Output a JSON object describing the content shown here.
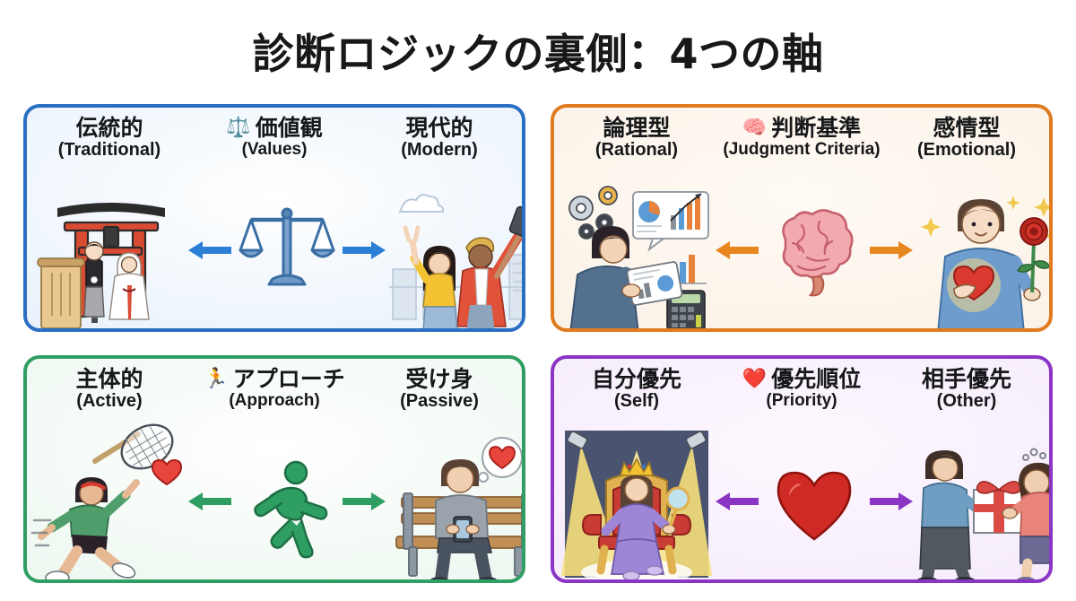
{
  "header": {
    "title": "診断ロジックの裏側：4つの軸"
  },
  "colors": {
    "panel1_border": "#2a6fc4",
    "panel1_arrow": "#2b7fd4",
    "panel2_border": "#e07b20",
    "panel2_arrow": "#e8861f",
    "panel3_border": "#2f9e63",
    "panel3_arrow": "#2f9e63",
    "panel4_border": "#8b35c4",
    "panel4_arrow": "#8b35c4",
    "title_text": "#17181a"
  },
  "panels": [
    {
      "id": "values",
      "left": {
        "jp": "伝統的",
        "en": "(Traditional)",
        "art": "japanese-wedding-couple-torii"
      },
      "center": {
        "emoji": "⚖️",
        "icon": "balance-scale-icon",
        "jp": "価値観",
        "en": "(Values)"
      },
      "right": {
        "jp": "現代的",
        "en": "(Modern)",
        "art": "modern-couple-selfie-city"
      }
    },
    {
      "id": "judgment-criteria",
      "left": {
        "jp": "論理型",
        "en": "(Rational)",
        "art": "analyst-with-gears-charts-calculator"
      },
      "center": {
        "emoji": "🧠",
        "icon": "brain-icon",
        "jp": "判断基準",
        "en": "(Judgment Criteria)"
      },
      "right": {
        "jp": "感情型",
        "en": "(Emotional)",
        "art": "man-with-rose-and-heart"
      }
    },
    {
      "id": "approach",
      "left": {
        "jp": "主体的",
        "en": "(Active)",
        "art": "woman-running-with-net-and-heart"
      },
      "center": {
        "emoji": "🏃",
        "icon": "running-person-icon",
        "jp": "アプローチ",
        "en": "(Approach)"
      },
      "right": {
        "jp": "受け身",
        "en": "(Passive)",
        "art": "man-on-bench-with-phone-heart"
      }
    },
    {
      "id": "priority",
      "left": {
        "jp": "自分優先",
        "en": "(Self)",
        "art": "queen-on-throne-with-mirror-spotlights"
      },
      "center": {
        "emoji": "❤️",
        "icon": "heart-icon",
        "jp": "優先順位",
        "en": "(Priority)"
      },
      "right": {
        "jp": "相手優先",
        "en": "(Other)",
        "art": "man-giving-gift-to-bowing-woman"
      }
    }
  ]
}
